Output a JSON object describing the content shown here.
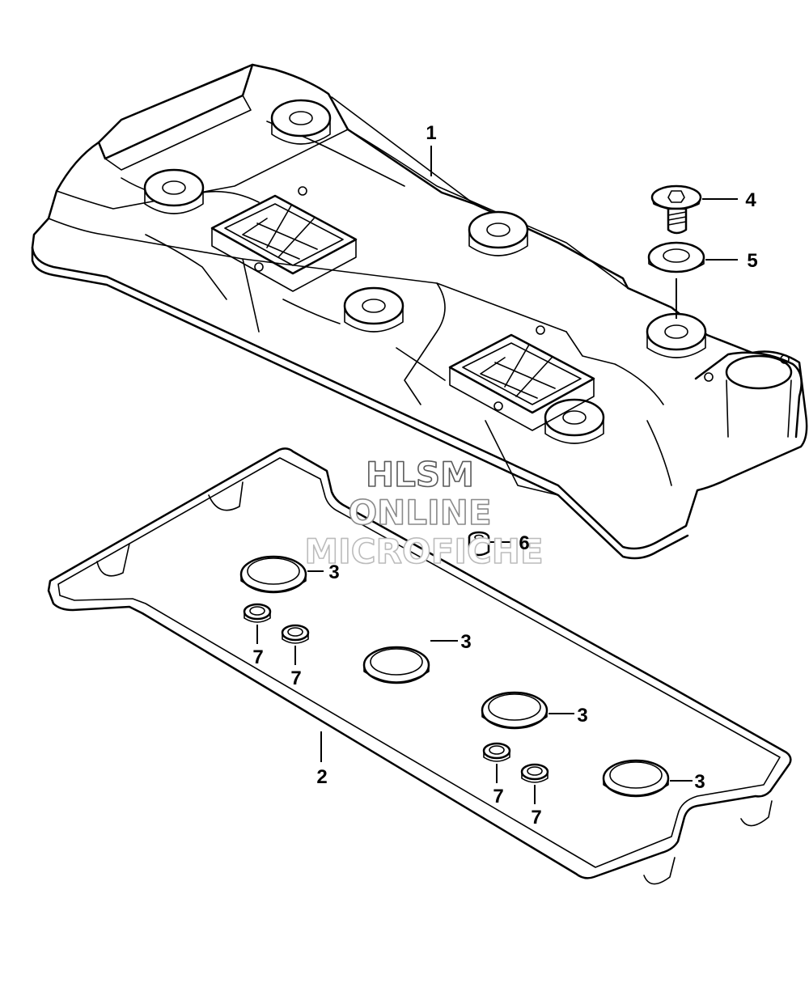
{
  "callouts": {
    "c1": "1",
    "c2": "2",
    "c3a": "3",
    "c3b": "3",
    "c3c": "3",
    "c3d": "3",
    "c4": "4",
    "c5": "5",
    "c6": "6",
    "c7a": "7",
    "c7b": "7",
    "c7c": "7",
    "c7d": "7"
  },
  "watermark": {
    "line1": "HLSM",
    "line2": "ONLINE",
    "line3": "MICROFICHE"
  }
}
